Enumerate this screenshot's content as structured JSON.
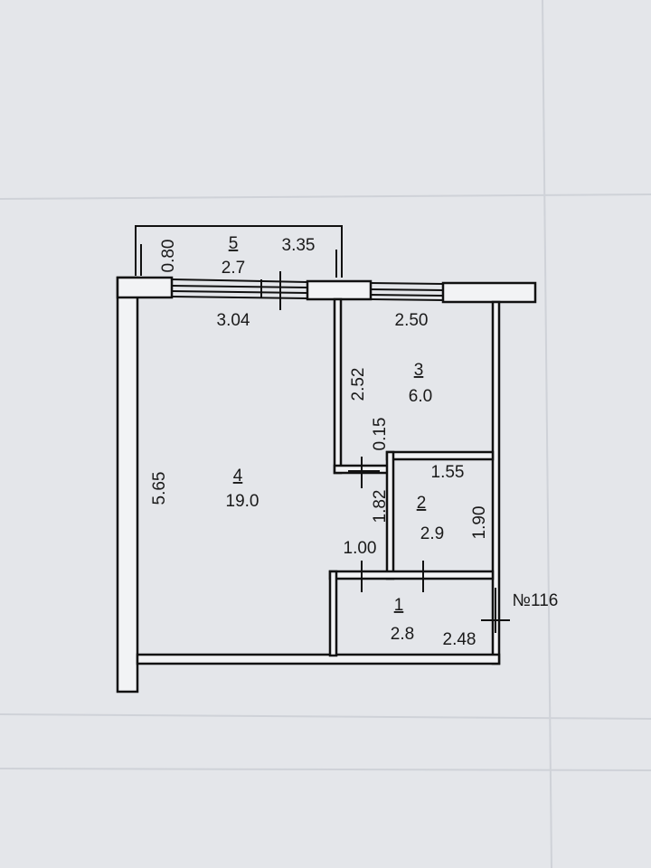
{
  "plan": {
    "apartment_number": "№116",
    "rooms": [
      {
        "number": "1",
        "area": "2.8"
      },
      {
        "number": "2",
        "area": "2.9"
      },
      {
        "number": "3",
        "area": "6.0"
      },
      {
        "number": "4",
        "area": "19.0"
      },
      {
        "number": "5",
        "area": "2.7"
      }
    ],
    "dimensions": {
      "balcony_depth": "0.80",
      "balcony_length": "3.35",
      "room4_width": "3.04",
      "room4_length": "5.65",
      "room3_width": "2.50",
      "room3_length": "2.52",
      "partition": "0.15",
      "room2_width": "1.55",
      "room2_length": "1.90",
      "corridor_length": "1.82",
      "door_width": "1.00",
      "room1_width": "2.48"
    }
  }
}
